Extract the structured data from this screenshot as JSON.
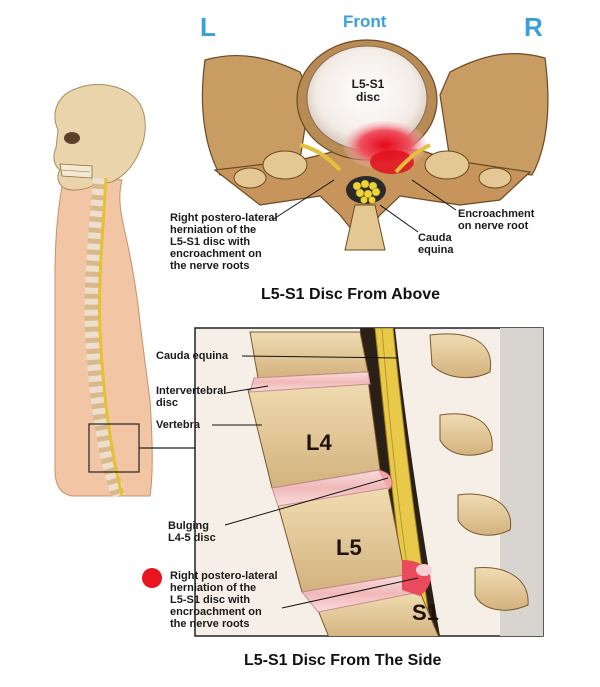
{
  "top_view": {
    "left_marker": "L",
    "right_marker": "R",
    "front_label": "Front",
    "disc_label": "L5-S1\ndisc",
    "labels": {
      "herniation": "Right postero-lateral\nherniation of the\nL5-S1 disc with\nencroachment on\nthe nerve roots",
      "cauda_equina": "Cauda\nequina",
      "encroachment": "Encroachment\non nerve root"
    },
    "title": "L5-S1 Disc From Above"
  },
  "side_view": {
    "labels": {
      "cauda_equina": "Cauda equina",
      "intervertebral_disc": "Intervertebral\ndisc",
      "vertebra": "Vertebra",
      "bulging": "Bulging\nL4-5 disc",
      "herniation": "Right postero-lateral\nherniation of the\nL5-S1 disc with\nencroachment on\nthe nerve roots"
    },
    "vertebra_labels": [
      "L4",
      "L5",
      "S1"
    ],
    "title": "L5-S1 Disc From The Side"
  },
  "colors": {
    "direction_text": "#3aa0dc",
    "herniation_marker": "#e8141e",
    "bone": "#e2c89a",
    "disc": "#f4c6c6",
    "nerve": "#e9c94a",
    "skin": "#f2c6a4"
  }
}
